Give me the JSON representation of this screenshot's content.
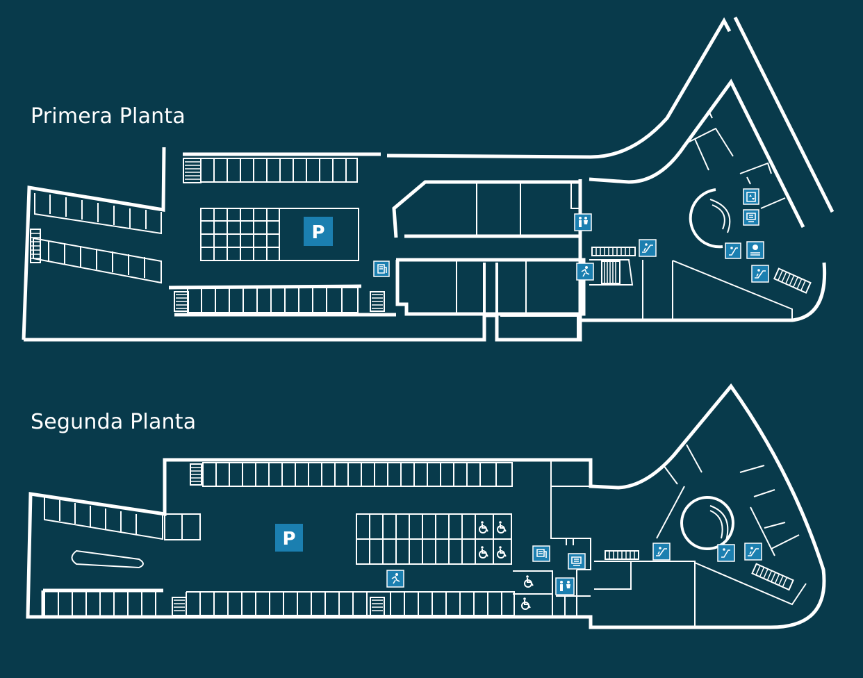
{
  "floors": [
    {
      "title": "Primera Planta",
      "parking_label": "P"
    },
    {
      "title": "Segunda Planta",
      "parking_label": "P"
    }
  ],
  "colors": {
    "background": "#083a4b",
    "walls": "#ffffff",
    "icon_fill": "#1b7fb0"
  },
  "icons": {
    "floor1": [
      "elevator-icon",
      "information-desk-icon",
      "restroom-icon",
      "escalator-icon",
      "emergency-exit-icon",
      "parking-pay-machine-icon",
      "accessible-escalator-icon",
      "service-point-icon",
      "cash-machine-icon"
    ],
    "floor2": [
      "parking-pay-machine-icon",
      "emergency-exit-icon",
      "wheelchair-parking-icon",
      "cash-machine-icon",
      "restroom-icon",
      "escalator-icon",
      "accessible-escalator-icon"
    ]
  }
}
